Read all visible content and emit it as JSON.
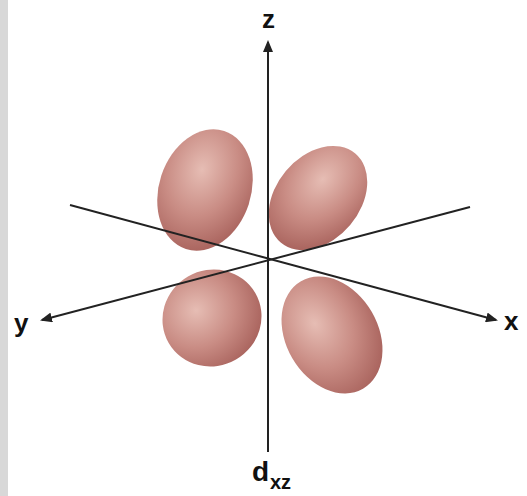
{
  "diagram": {
    "labels": [
      "z",
      "y",
      "x",
      "d",
      "xz"
    ]
  }
}
